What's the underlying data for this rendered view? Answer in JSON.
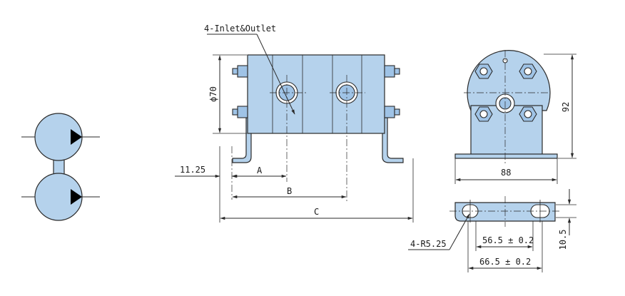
{
  "labels": {
    "inlet_outlet": "4-Inlet&Outlet",
    "dia70": "ϕ70",
    "dim_a": "A",
    "dim_b": "B",
    "dim_c": "C",
    "dim_1125": "11.25",
    "dim_88": "88",
    "dim_92": "92",
    "dim_4r525": "4-R5.25",
    "dim_565": "56.5 ± 0.2",
    "dim_665": "66.5 ± 0.2",
    "dim_105": "10.5"
  },
  "colors": {
    "part_fill": "#b5d2ec",
    "line": "#2a2a2a",
    "arrow": "#000000"
  },
  "icons": {
    "pump_symbol": "double-pump-symbol-icon"
  }
}
